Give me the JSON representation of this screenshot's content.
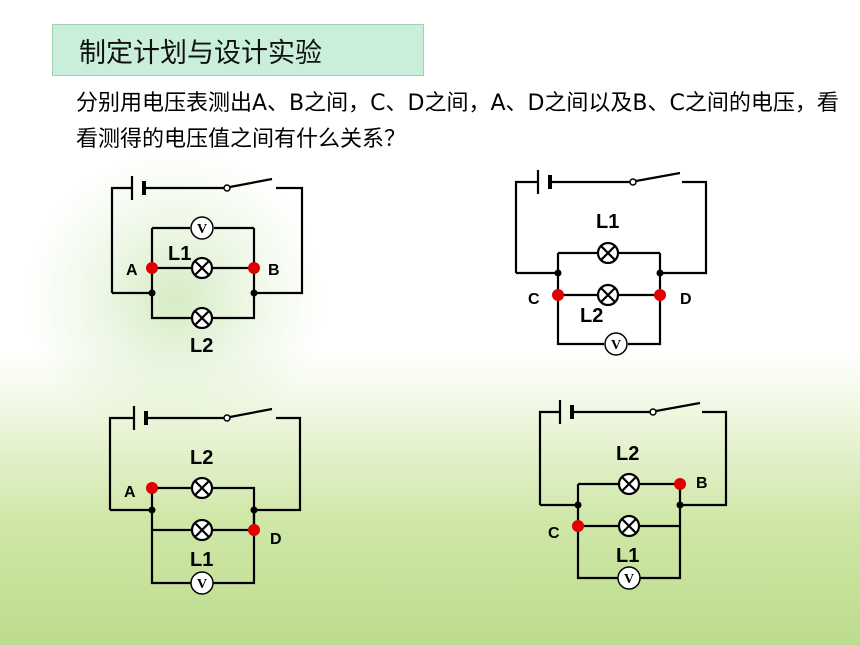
{
  "title": "制定计划与设计实验",
  "question": "分别用电压表测出A、B之间，C、D之间，A、D之间以及B、C之间的电压，看看测得的电压值之间有什么关系？",
  "meter_symbol": "V",
  "circuits": {
    "c1": {
      "top_lamp": "L1",
      "bottom_lamp": "L2",
      "left_point": "A",
      "right_point": "B"
    },
    "c2": {
      "top_lamp": "L1",
      "bottom_lamp": "L2",
      "left_point": "C",
      "right_point": "D"
    },
    "c3": {
      "top_lamp": "L2",
      "bottom_lamp": "L1",
      "left_point": "A",
      "right_point": "D"
    },
    "c4": {
      "top_lamp": "L2",
      "bottom_lamp": "L1",
      "left_point": "C",
      "right_point": "B"
    }
  },
  "colors": {
    "probe": "#e00000",
    "title_bg": "#c9eed9"
  }
}
